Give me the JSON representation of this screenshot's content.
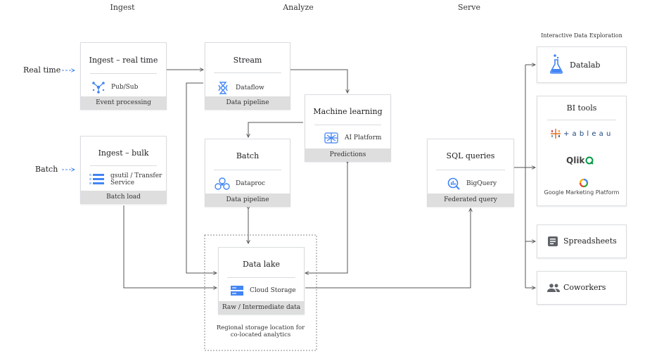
{
  "columns": {
    "ingest": "Ingest",
    "analyze": "Analyze",
    "serve": "Serve"
  },
  "inputs": {
    "realtime": "Real time",
    "batch": "Batch"
  },
  "cards": {
    "ingest_rt": {
      "title": "Ingest – real time",
      "service": "Pub/Sub",
      "footer": "Event processing"
    },
    "ingest_bulk": {
      "title": "Ingest – bulk",
      "service_line1": "gsutil / Transfer",
      "service_line2": "Service",
      "footer": "Batch load"
    },
    "stream": {
      "title": "Stream",
      "service": "Dataflow",
      "footer": "Data pipeline"
    },
    "batch": {
      "title": "Batch",
      "service": "Dataproc",
      "footer": "Data pipeline"
    },
    "ml": {
      "title": "Machine learning",
      "service": "AI Platform",
      "footer": "Predictions"
    },
    "datalake": {
      "title": "Data lake",
      "service": "Cloud Storage",
      "footer": "Raw / Intermediate data"
    },
    "sql": {
      "title": "SQL queries",
      "service": "BigQuery",
      "footer": "Federated query"
    }
  },
  "region_note": {
    "line1": "Regional storage location for",
    "line2": "co-located analytics"
  },
  "outputs": {
    "heading": "Interactive Data Exploration",
    "datalab": "Datalab",
    "bi_tools": {
      "title": "BI tools",
      "tableau": "+ a b l e a u",
      "qlik": "Qlik",
      "gmp": "Google Marketing Platform"
    },
    "spreadsheets": "Spreadsheets",
    "coworkers": "Coworkers"
  },
  "colors": {
    "accent_blue": "#4285f4",
    "arrow": "#555555",
    "footer_gray": "#dedede"
  }
}
